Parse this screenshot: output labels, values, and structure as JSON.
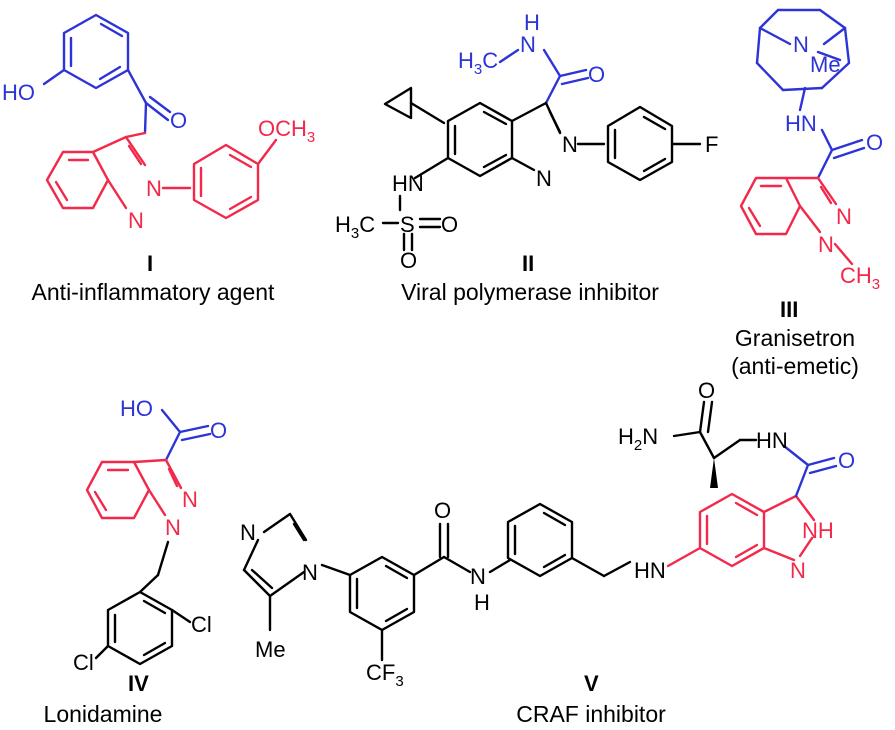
{
  "compounds": [
    {
      "numeral": "I",
      "caption": "Anti-inflammatory agent"
    },
    {
      "numeral": "II",
      "caption": "Viral polymerase inhibitor"
    },
    {
      "numeral": "III",
      "caption_line1": "Granisetron",
      "caption_line2": "(anti-emetic)"
    },
    {
      "numeral": "IV",
      "caption": "Lonidamine"
    },
    {
      "numeral": "V",
      "caption": "CRAF inhibitor"
    }
  ],
  "atom_labels": {
    "ho": "HO",
    "o": "O",
    "och3": "OCH",
    "n": "N",
    "h3c": "H",
    "hn": "HN",
    "nh": "NH",
    "s": "S",
    "f": "F",
    "me": "Me",
    "cl": "Cl",
    "h2n": "H",
    "h": "H",
    "cf3": "CF",
    "ch3": "CH",
    "sub3": "3",
    "sub2": "2"
  },
  "colors": {
    "core": "#f2294a",
    "functional": "#2d34d6",
    "base": "#000000"
  }
}
